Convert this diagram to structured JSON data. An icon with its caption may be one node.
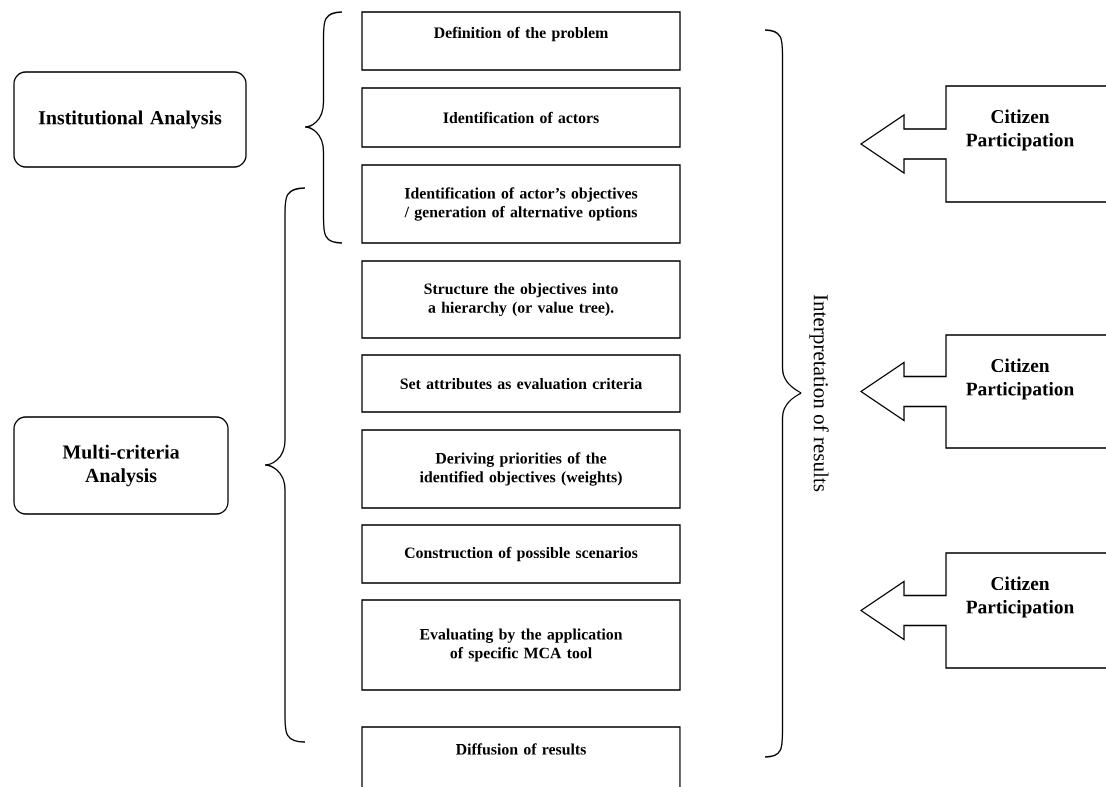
{
  "diagram": {
    "nodes": [
      {
        "text": [
          "Institutional Analysis"
        ]
      },
      {
        "text": [
          "Multi-criteria Analysis"
        ]
      },
      {
        "text": [
          "Definition of the problem"
        ]
      },
      {
        "text": [
          "Identification of actors"
        ]
      },
      {
        "text": [
          "Identification of actor’s objectives / generation of alternative options"
        ]
      },
      {
        "text": [
          "Structure the objectives into a hierarchy (or value tree)."
        ]
      },
      {
        "text": [
          "Set attributes as evaluation criteria"
        ]
      },
      {
        "text": [
          "Deriving priorities of the identified objectives (weights)"
        ]
      },
      {
        "text": [
          "Construction of possible scenarios"
        ]
      },
      {
        "text": [
          "Evaluating by the application of specific MCA tool"
        ]
      },
      {
        "text": [
          "Diffusion of results"
        ]
      },
      {
        "text": [
          "Citizen Participation"
        ]
      },
      {
        "text": [
          "Citizen Participation"
        ]
      },
      {
        "text": [
          "Citizen Participation"
        ]
      }
    ],
    "labels": [
      "Interpretation of results"
    ]
  }
}
